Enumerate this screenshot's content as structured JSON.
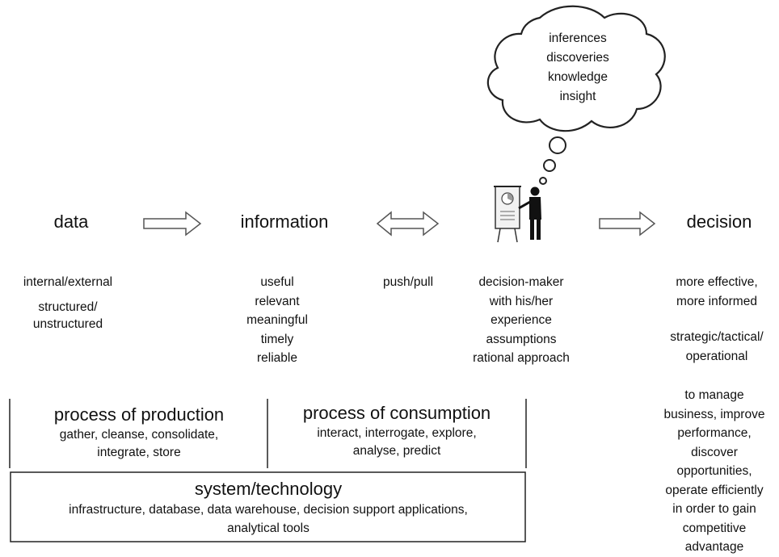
{
  "stages": {
    "data": "data",
    "information": "information",
    "decision": "decision"
  },
  "thought_cloud": [
    "inferences",
    "discoveries",
    "knowledge",
    "insight"
  ],
  "columns": {
    "data_lines_1": [
      "internal/external"
    ],
    "data_lines_2": [
      "structured/",
      "unstructured"
    ],
    "information_lines": [
      "useful",
      "relevant",
      "meaningful",
      "timely",
      "reliable"
    ],
    "push_pull": "push/pull",
    "decision_maker_lines": [
      "decision-maker",
      "with his/her",
      "experience",
      "assumptions",
      "rational approach"
    ],
    "decision_lines_1": [
      "more effective,",
      "more informed"
    ],
    "decision_lines_2": [
      "strategic/tactical/",
      "operational"
    ],
    "decision_lines_3": [
      "to manage",
      "business, improve",
      "performance,",
      "discover",
      "opportunities,",
      "operate efficiently",
      "in order to gain",
      "competitive",
      "advantage"
    ]
  },
  "processes": {
    "production": {
      "title": "process of production",
      "lines": [
        "gather, cleanse, consolidate,",
        "integrate, store"
      ]
    },
    "consumption": {
      "title": "process of consumption",
      "lines": [
        "interact, interrogate, explore,",
        "analyse, predict"
      ]
    }
  },
  "system": {
    "title": "system/technology",
    "lines": [
      "infrastructure, database, data warehouse, decision support applications,",
      "analytical tools"
    ]
  }
}
